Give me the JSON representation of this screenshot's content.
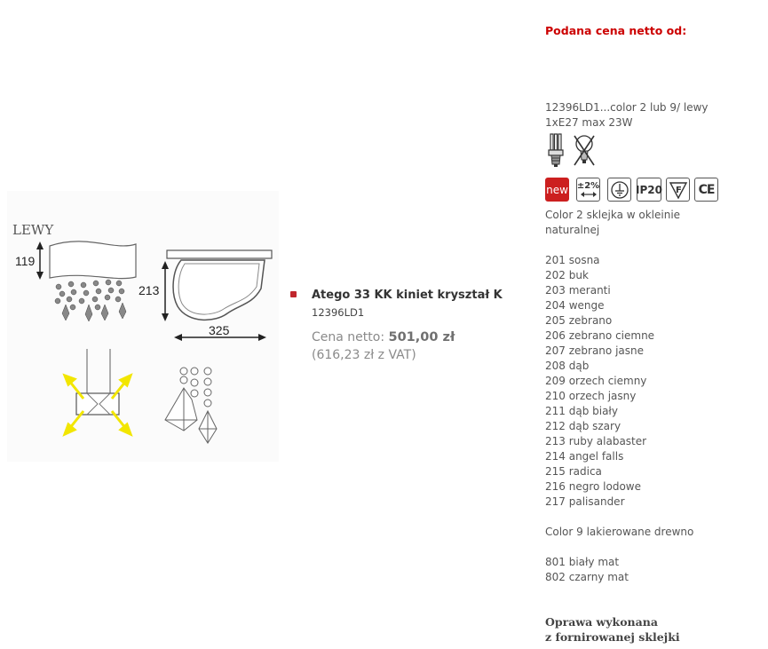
{
  "drawing": {
    "side_label": "LEWY",
    "dim_height_small": "119",
    "dim_height_large": "213",
    "dim_width": "325"
  },
  "product": {
    "name": "Atego 33 KK kiniet kryształ K",
    "code": "12396LD1",
    "price_label": "Cena netto:",
    "price_value": "501,00 zł",
    "price_vat": "(616,23 zł z VAT)"
  },
  "info": {
    "price_heading": "Podana cena netto od:",
    "spec_line1": "12396LD1...color 2 lub 9/ lewy",
    "spec_line2": "1xE27 max 23W",
    "badges": {
      "new_label": "new",
      "tolerance_label": "±2%",
      "ip_label": "IP20",
      "f_label": "F",
      "ce_label": "CE"
    },
    "color2_heading_line1": "Color 2 sklejka w okleinie",
    "color2_heading_line2": "naturalnej",
    "color2_options": [
      "201 sosna",
      "202 buk",
      "203 meranti",
      "204 wenge",
      "205 zebrano",
      "206 zebrano ciemne",
      "207 zebrano jasne",
      "208 dąb",
      "209 orzech ciemny",
      "210 orzech jasny",
      "211 dąb biały",
      "212 dąb szary",
      "213 ruby alabaster",
      "214 angel falls",
      "215 radica",
      "216 negro lodowe",
      "217 palisander"
    ],
    "color9_heading": "Color 9 lakierowane drewno",
    "color9_options": [
      "801 biały mat",
      "802 czarny mat"
    ],
    "footer_line1": "Oprawa wykonana",
    "footer_line2": "z fornirowanej sklejki"
  },
  "colors": {
    "accent_red": "#cc0000",
    "bullet_red": "#c0262d",
    "badge_red": "#cc1f1f",
    "arrow_yellow": "#f2e600"
  },
  "icons": [
    "bulb-icon",
    "no-incandescent-icon",
    "new-badge-icon",
    "tolerance-icon",
    "earth-ground-icon",
    "ip20-icon",
    "f-mark-icon",
    "ce-mark-icon"
  ]
}
